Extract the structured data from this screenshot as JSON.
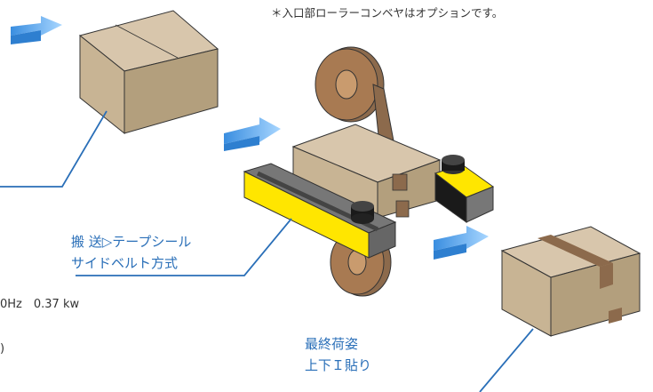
{
  "note": "＊入口部ローラーコンベヤはオプションです。",
  "transport": {
    "line1": "搬 送▷テープシール",
    "line2": "サイドベルト方式"
  },
  "final_pose": {
    "line1": "最終荷姿",
    "line2": "上下Ｉ貼り"
  },
  "spec_text": "0Hz　0.37 kw",
  "spec_paren": ")",
  "colors": {
    "cardboard_top": "#d8c6ac",
    "cardboard_front": "#c8b494",
    "cardboard_side": "#b39f7d",
    "tape": "#8c6a4c",
    "roll": "#a87a52",
    "belt_yellow": "#ffe600",
    "label_blue": "#2a6fb8",
    "arrow_blue": "#6aaef0"
  }
}
